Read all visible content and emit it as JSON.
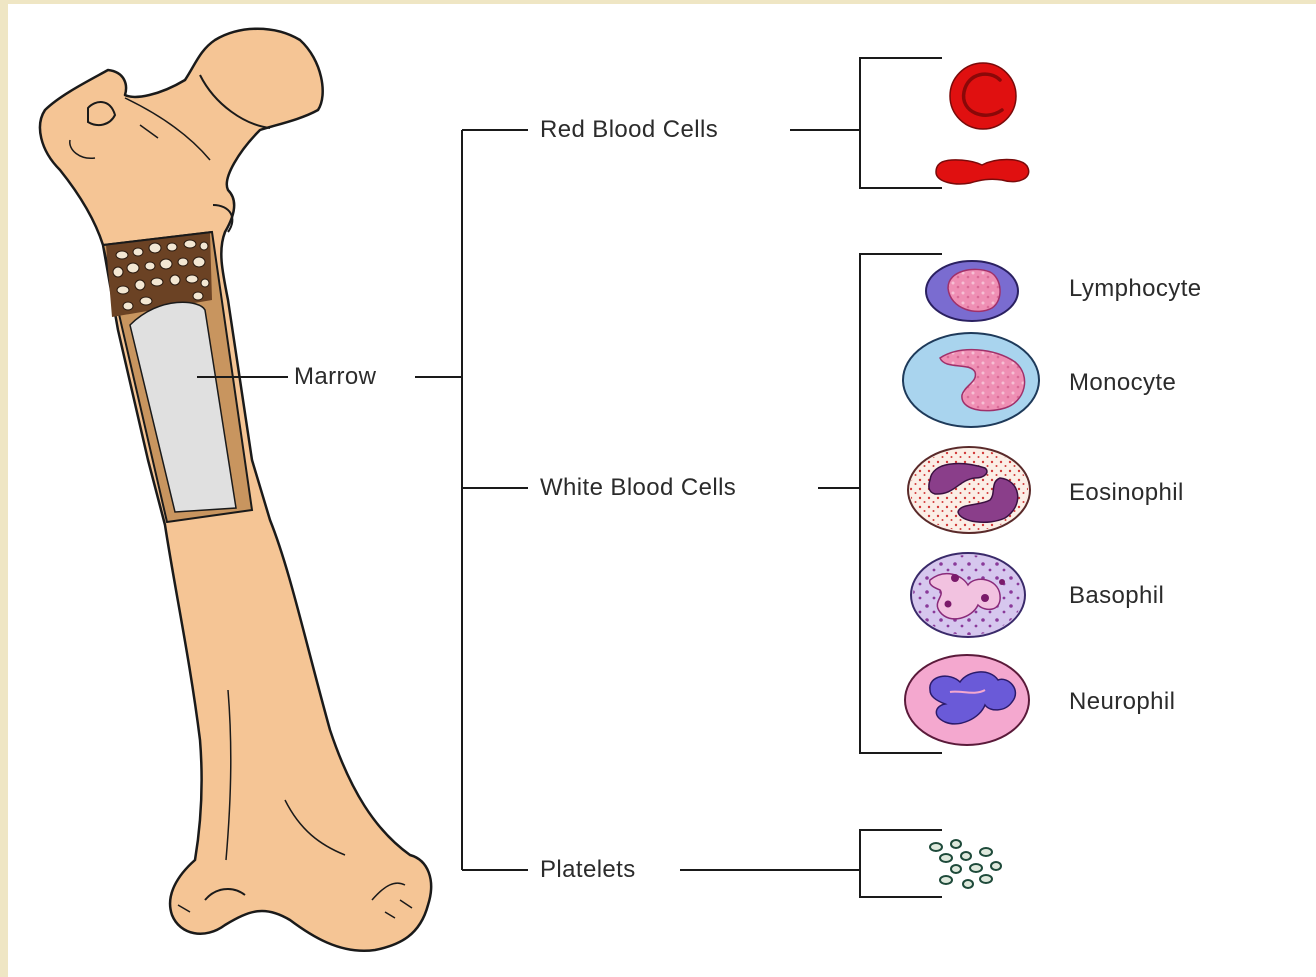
{
  "labels": {
    "marrow": "Marrow",
    "red_blood_cells": "Red Blood Cells",
    "white_blood_cells": "White Blood Cells",
    "platelets": "Platelets"
  },
  "white_cells": {
    "lymphocyte": "Lymphocyte",
    "monocyte": "Monocyte",
    "eosinophil": "Eosinophil",
    "basophil": "Basophil",
    "neutrophil": "Neurophil"
  },
  "colors": {
    "bone": "#f5c595",
    "bone_outline": "#1a1a1a",
    "marrow_cavity": "#e0e0e0",
    "spongy_bone": "#7a4e2a",
    "red_cell": "#e01010",
    "page_border": "#efe6c4"
  }
}
